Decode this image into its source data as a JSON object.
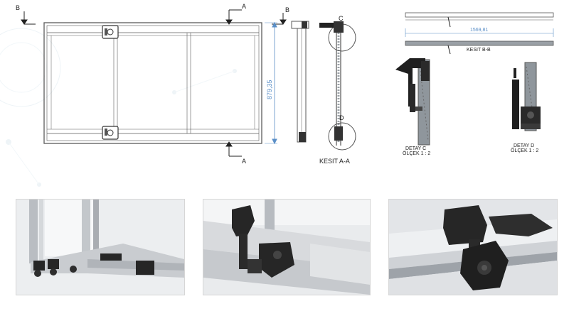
{
  "labels": {
    "section_a_top": "A",
    "section_a_bottom": "A",
    "section_b_left": "B",
    "section_b_right": "B",
    "detail_c_marker": "C",
    "detail_d_marker": "D",
    "height_dim": "879,35",
    "width_dim": "1569,81",
    "section_aa": "KESIT A-A",
    "section_bb": "KESIT B-B",
    "detail_c_title": "DETAY C",
    "detail_c_scale": "ÖLÇEK 1 : 2",
    "detail_d_title": "DETAY D",
    "detail_d_scale": "ÖLÇEK 1 : 2"
  },
  "colors": {
    "frame": "#5a5a5a",
    "dimension": "#5b8fc7",
    "photo_border": "#d6d6d6",
    "dark_part": "#262626",
    "aluminium": "#c9ccd0"
  }
}
